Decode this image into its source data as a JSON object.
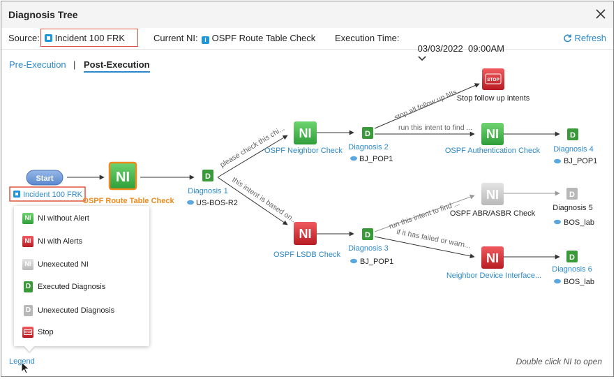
{
  "dialog": {
    "title": "Diagnosis Tree",
    "close_icon": "close-icon"
  },
  "info": {
    "source_label": "Source:",
    "source_value": "Incident 100 FRK",
    "current_ni_label": "Current NI:",
    "current_ni_value": "OSPF Route Table Check",
    "execution_time_label": "Execution Time:",
    "execution_time_value": "03/03/2022  09:00AM",
    "refresh_label": "Refresh"
  },
  "tabs": {
    "pre": "Pre-Execution",
    "separator": "|",
    "post": "Post-Execution"
  },
  "tree": {
    "start_label": "Start",
    "incident_label": "Incident 100 FRK",
    "root_ni": {
      "label": "OSPF Route Table Check",
      "icon_text": "NI"
    },
    "diagnosis1": {
      "label": "Diagnosis 1",
      "device": "US-BOS-R2"
    },
    "edge_check": "please check this chi...",
    "edge_based": "this intent is based on...",
    "ospf_neighbor": {
      "label": "OSPF Neighbor Check",
      "icon_text": "NI"
    },
    "diagnosis2": {
      "label": "Diagnosis 2",
      "device": "BJ_POP1"
    },
    "edge_stop": "stop all follow up NIs...",
    "stop": {
      "icon_text": "STOP",
      "label": "Stop follow up intents"
    },
    "edge_run_find_1": "run this intent to find ...",
    "ospf_auth": {
      "label": "OSPF Authentication Check",
      "icon_text": "NI"
    },
    "diagnosis4": {
      "label": "Diagnosis 4",
      "device": "BJ_POP1"
    },
    "ospf_lsdb": {
      "label": "OSPF LSDB Check",
      "icon_text": "NI"
    },
    "diagnosis3": {
      "label": "Diagnosis 3",
      "device": "BJ_POP1"
    },
    "edge_run_find_2": "run this intent to find ...",
    "edge_failed": "if it has failed or warn...",
    "ospf_abr": {
      "label": "OSPF ABR/ASBR Check",
      "icon_text": "NI"
    },
    "diagnosis5": {
      "label": "Diagnosis 5",
      "device": "BOS_lab"
    },
    "neighbor_iface": {
      "label": "Neighbor Device Interface...",
      "icon_text": "NI"
    },
    "diagnosis6": {
      "label": "Diagnosis 6",
      "device": "BOS_lab"
    },
    "diag_letter": "D"
  },
  "legend": {
    "items": [
      {
        "label": "NI without Alert",
        "icon": "ni-green-icon",
        "icon_text": "NI"
      },
      {
        "label": "NI with Alerts",
        "icon": "ni-red-icon",
        "icon_text": "NI"
      },
      {
        "label": "Unexecuted NI",
        "icon": "ni-gray-icon",
        "icon_text": "NI"
      },
      {
        "label": "Executed Diagnosis",
        "icon": "diagnosis-green-icon",
        "icon_text": "D"
      },
      {
        "label": "Unexecuted Diagnosis",
        "icon": "diagnosis-gray-icon",
        "icon_text": "D"
      },
      {
        "label": "Stop",
        "icon": "stop-icon",
        "icon_text": "STOP"
      }
    ],
    "link_label": "Legend"
  },
  "hint": "Double click NI to open",
  "colors": {
    "accent_blue": "#2b88c8",
    "ni_green": "#3fb54a",
    "ni_red": "#d9262d",
    "ni_gray": "#c4c4c4",
    "diag_green": "#3a9a3a",
    "highlight_red": "#e0533a",
    "current_orange": "#f08a1c"
  }
}
